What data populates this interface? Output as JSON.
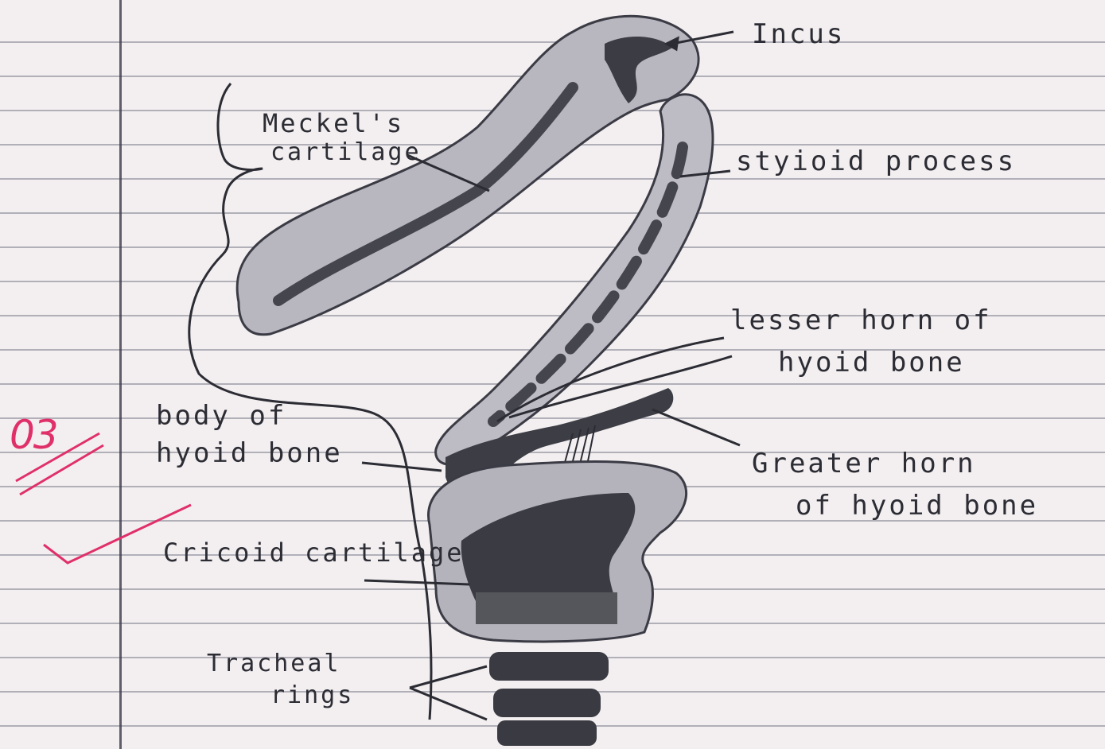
{
  "labels": {
    "incus": "Incus",
    "meckels_line1": "Meckel's",
    "meckels_line2": "cartilage",
    "styloid": "styioid process",
    "lesser_line1": "lesser horn of",
    "lesser_line2": "hyoid bone",
    "body_line1": "body of",
    "body_line2": "hyoid bone",
    "greater_line1": "Greater horn",
    "greater_line2": "of hyoid bone",
    "cricoid": "Cricoid cartilage",
    "tracheal_line1": "Tracheal",
    "tracheal_line2": "rings"
  },
  "grade_mark": "03",
  "colors": {
    "paper": "#f3eff0",
    "rule": "#9b9aa6",
    "pencil": "#2c2c34",
    "shading_light": "#b3b2bb",
    "shading_dark": "#3c3c44",
    "red_ink": "#e0306a"
  }
}
